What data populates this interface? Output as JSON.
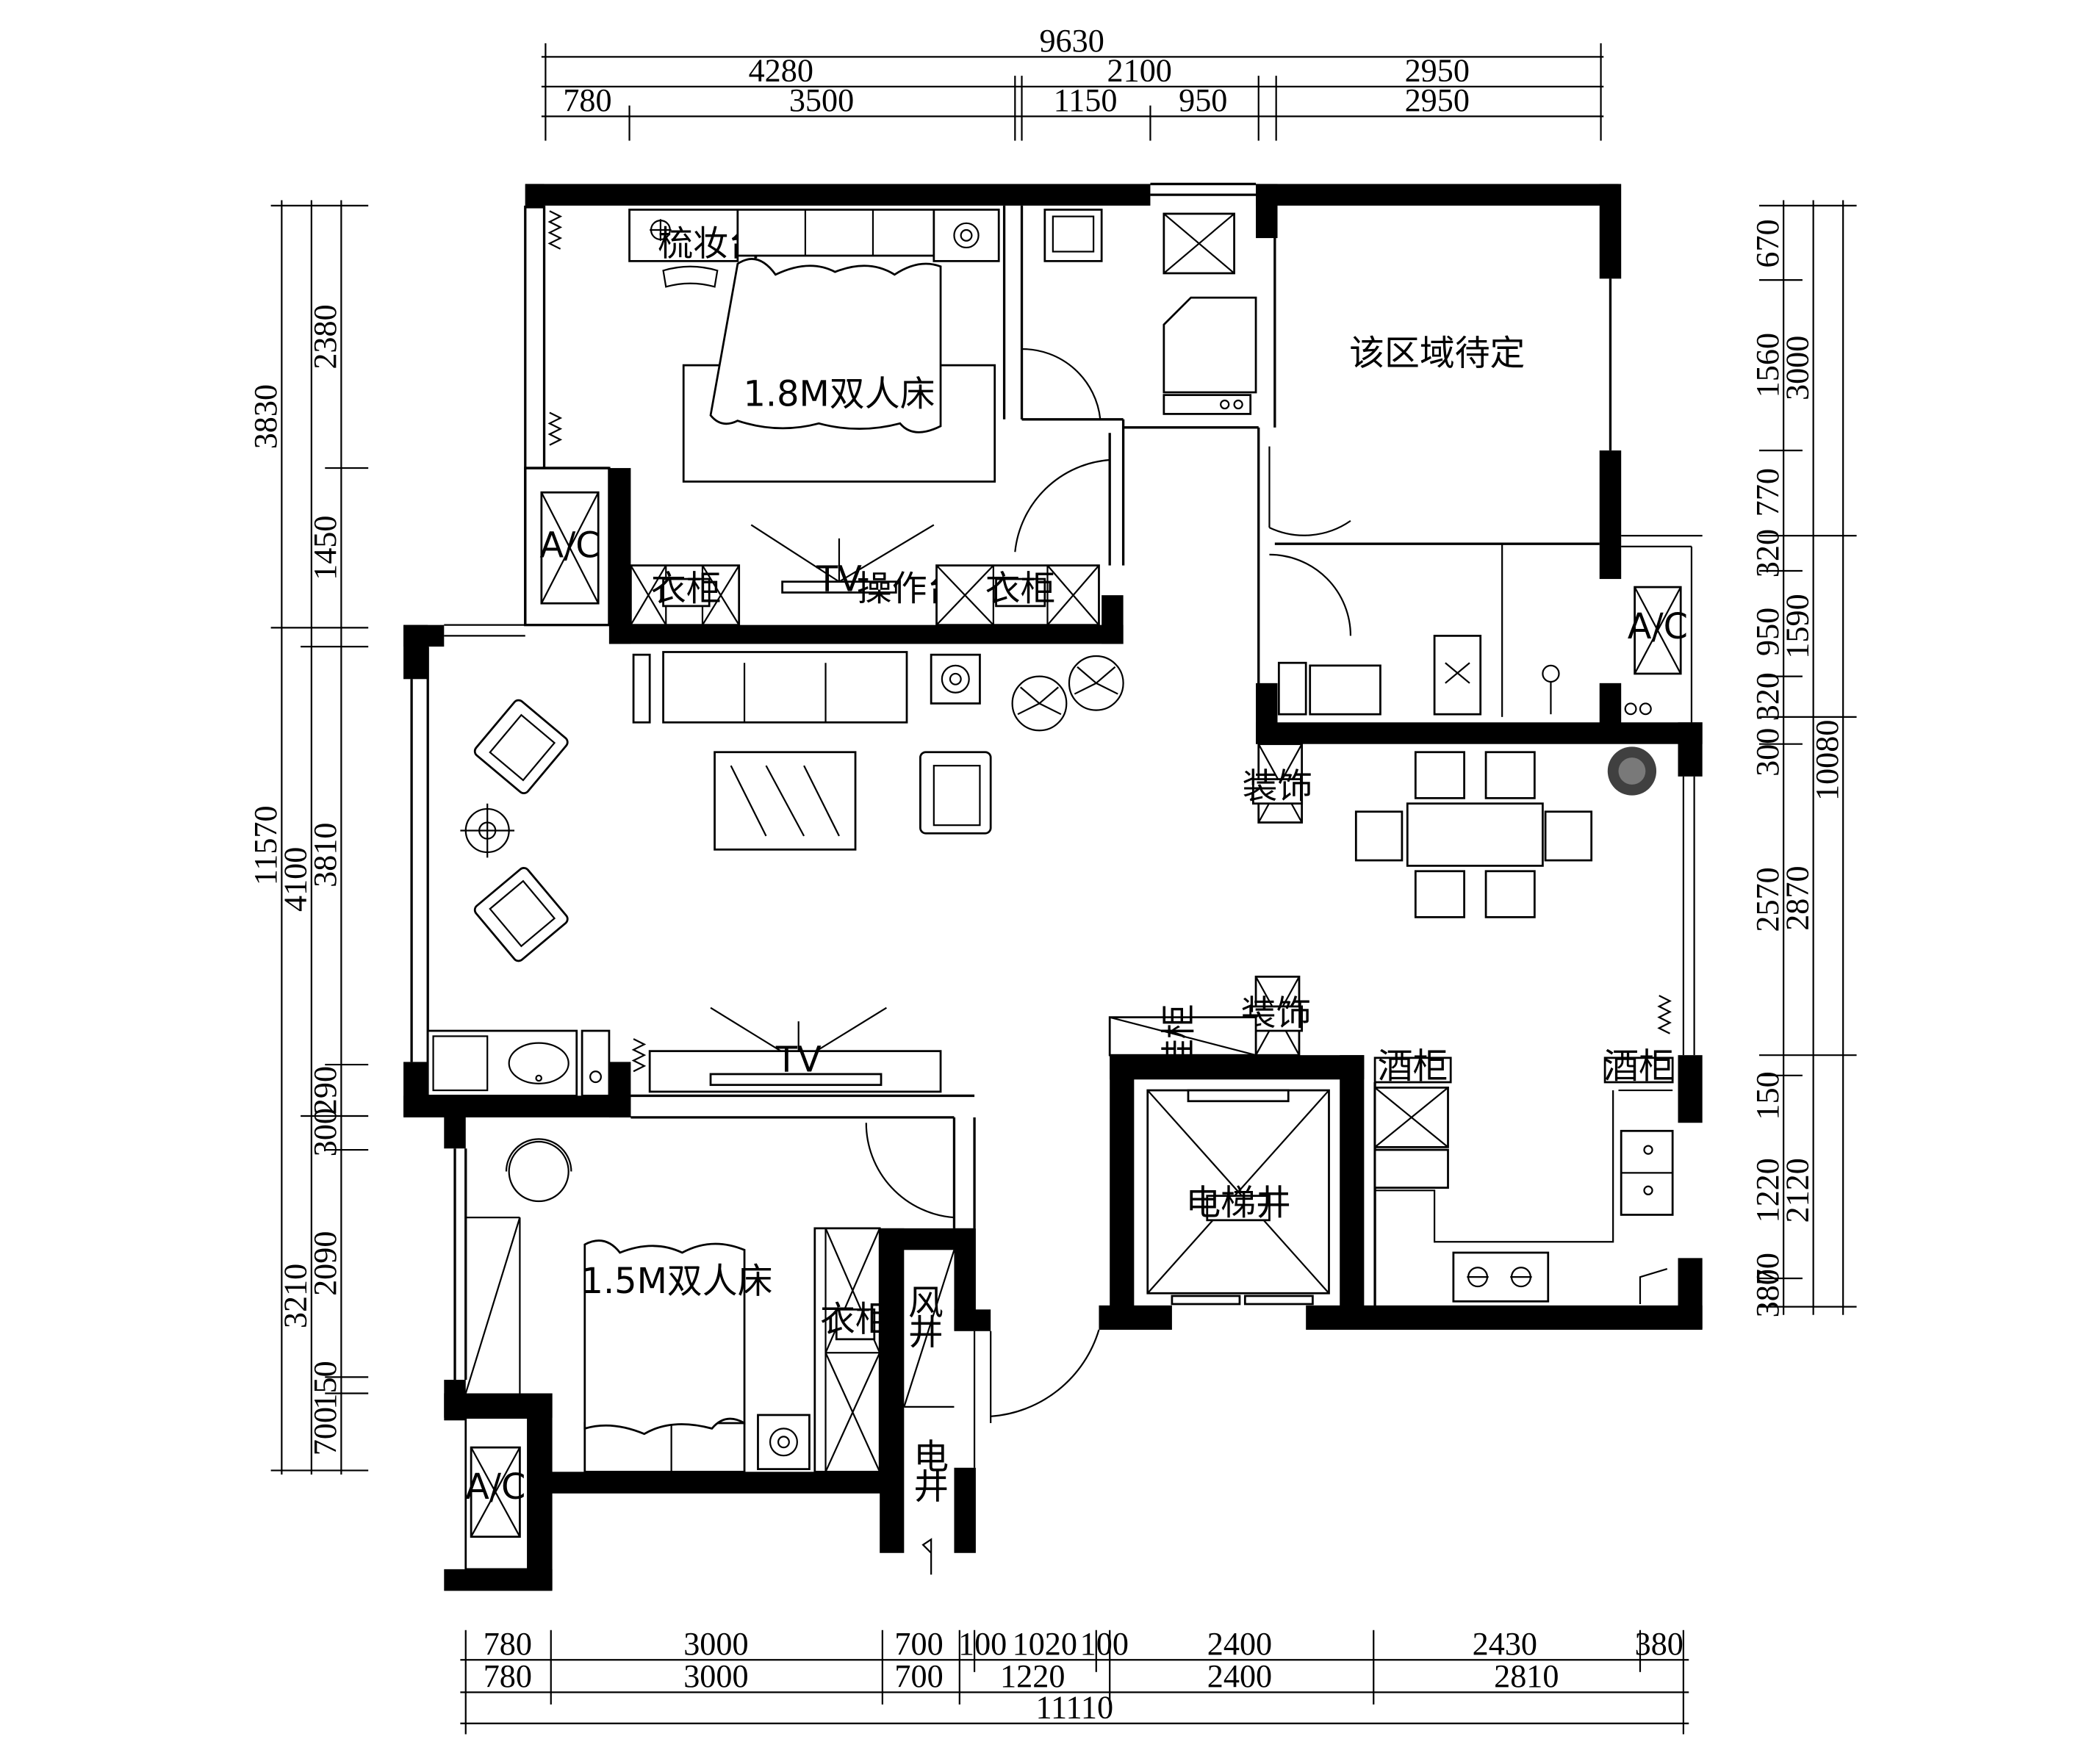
{
  "dimensions": {
    "top": {
      "total": "9630",
      "row2": [
        "4280",
        "2100",
        "2950"
      ],
      "row3": [
        "780",
        "3500",
        "1150",
        "950",
        "2950"
      ]
    },
    "bottom": {
      "total": "11110",
      "row1": [
        "780",
        "3000",
        "700",
        "100",
        "1020",
        "100",
        "2400",
        "2430",
        "380"
      ],
      "row2": [
        "780",
        "3000",
        "700",
        "1220",
        "2400",
        "2810"
      ]
    },
    "left": {
      "outer": [
        "3830",
        "11570"
      ],
      "mid": [
        "4100",
        "3210"
      ],
      "inner": [
        "2380",
        "1450",
        "3810",
        "290",
        "300",
        "2090",
        "150",
        "700"
      ]
    },
    "right": {
      "outer": [
        "10080"
      ],
      "mid": [
        "3000",
        "1590",
        "2870",
        "2120"
      ],
      "inner": [
        "670",
        "1560",
        "770",
        "320",
        "950",
        "320",
        "300",
        "2570",
        "150",
        "1220",
        "380",
        "70"
      ]
    }
  },
  "rooms": {
    "vanity": "梳妆台",
    "master_bed": "1.8M双人床",
    "pending_area": "该区域待定",
    "wardrobe": "衣柜",
    "counter": "操作台",
    "tv": "TV",
    "ac": "A/C",
    "decor": "装饰",
    "shoe_cabinet": "鞋柜",
    "wine_cabinet": "酒柜",
    "elevator_shaft": "电梯井",
    "second_bed": "1.5M双人床",
    "air_shaft_1": "风",
    "air_shaft_2": "井",
    "elec_shaft_1": "电",
    "elec_shaft_2": "井"
  },
  "colors": {
    "wall": "#000000",
    "line": "#000000",
    "background": "#ffffff"
  }
}
